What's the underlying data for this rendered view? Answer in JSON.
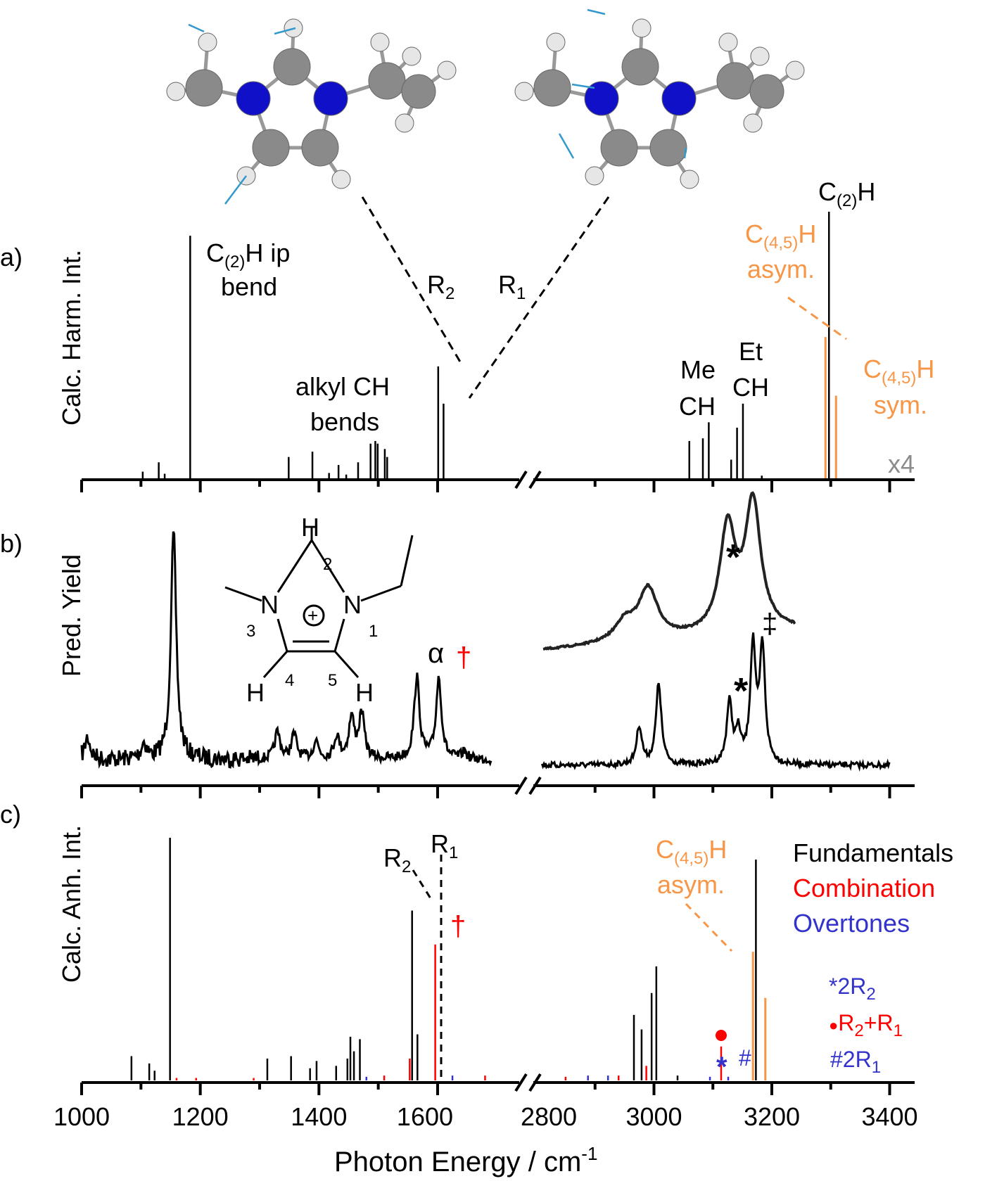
{
  "colors": {
    "fundamental": "#000000",
    "combination": "#ff0000",
    "overtone": "#3333cc",
    "c45h": "#f79646",
    "scale_note": "#8c8c8c",
    "nitrogen": "#1010c8",
    "carbon": "#8a8a8a",
    "hydrogen": "#e6e6e6",
    "displacement": "#3399cc"
  },
  "chart_data": {
    "type": "bar",
    "xlabel": "Photon Energy / cm",
    "xlabel_sup": "-1",
    "x_segments": [
      [
        1000,
        1600
      ],
      [
        2800,
        3400
      ]
    ],
    "x_ticks": [
      "1000",
      "1200",
      "1400",
      "1600",
      "2800",
      "3000",
      "3200",
      "3400"
    ],
    "axis_break": true,
    "panels": [
      {
        "id": "a",
        "panel_label": "a)",
        "ylabel": "Calc. Harm. Int.",
        "scale_note": "x4",
        "sticks": [
          {
            "x": 1103,
            "y": 2.5,
            "kind": "fundamental"
          },
          {
            "x": 1130,
            "y": 6,
            "kind": "fundamental"
          },
          {
            "x": 1140,
            "y": 1.7,
            "kind": "fundamental"
          },
          {
            "x": 1183,
            "y": 91,
            "kind": "fundamental"
          },
          {
            "x": 1349,
            "y": 8,
            "kind": "fundamental"
          },
          {
            "x": 1389,
            "y": 10,
            "kind": "fundamental"
          },
          {
            "x": 1417,
            "y": 2,
            "kind": "fundamental"
          },
          {
            "x": 1433,
            "y": 5,
            "kind": "fundamental"
          },
          {
            "x": 1446,
            "y": 1.4,
            "kind": "fundamental"
          },
          {
            "x": 1466,
            "y": 6,
            "kind": "fundamental"
          },
          {
            "x": 1487,
            "y": 13,
            "kind": "fundamental"
          },
          {
            "x": 1495,
            "y": 14,
            "kind": "fundamental"
          },
          {
            "x": 1499,
            "y": 13,
            "kind": "fundamental"
          },
          {
            "x": 1511,
            "y": 11,
            "kind": "fundamental"
          },
          {
            "x": 1515,
            "y": 8,
            "kind": "fundamental"
          },
          {
            "x": 1601,
            "y": 42,
            "kind": "fundamental"
          },
          {
            "x": 1610,
            "y": 28,
            "kind": "fundamental"
          },
          {
            "x": 3060,
            "y": 14,
            "kind": "fundamental"
          },
          {
            "x": 3083,
            "y": 15,
            "kind": "fundamental"
          },
          {
            "x": 3093,
            "y": 21,
            "kind": "fundamental"
          },
          {
            "x": 3131,
            "y": 7,
            "kind": "fundamental"
          },
          {
            "x": 3141,
            "y": 19,
            "kind": "fundamental"
          },
          {
            "x": 3151,
            "y": 28,
            "kind": "fundamental"
          },
          {
            "x": 3183,
            "y": 1,
            "kind": "fundamental"
          },
          {
            "x": 3291,
            "y": 53,
            "kind": "c45h"
          },
          {
            "x": 3297,
            "y": 100,
            "kind": "fundamental"
          },
          {
            "x": 3309,
            "y": 31,
            "kind": "c45h"
          }
        ]
      },
      {
        "id": "b",
        "panel_label": "b)",
        "ylabel": "Pred. Yield",
        "type": "line",
        "peaks": [
          {
            "x": 1010,
            "y": 10
          },
          {
            "x": 1105,
            "y": 7
          },
          {
            "x": 1155,
            "y": 100
          },
          {
            "x": 1330,
            "y": 12
          },
          {
            "x": 1358,
            "y": 11
          },
          {
            "x": 1395,
            "y": 8
          },
          {
            "x": 1430,
            "y": 10
          },
          {
            "x": 1455,
            "y": 18
          },
          {
            "x": 1472,
            "y": 20
          },
          {
            "x": 1565,
            "y": 36
          },
          {
            "x": 1602,
            "y": 36
          },
          {
            "x": 1645,
            "y": 3
          },
          {
            "x": 2975,
            "y": 17
          },
          {
            "x": 3008,
            "y": 36
          },
          {
            "x": 3128,
            "y": 27
          },
          {
            "x": 3143,
            "y": 13
          },
          {
            "x": 3168,
            "y": 52
          },
          {
            "x": 3184,
            "y": 51
          }
        ],
        "inset_peaks": [
          {
            "x": 2950,
            "y": 8
          },
          {
            "x": 2990,
            "y": 22
          },
          {
            "x": 3125,
            "y": 45
          },
          {
            "x": 3168,
            "y": 55
          }
        ]
      },
      {
        "id": "c",
        "panel_label": "c)",
        "ylabel": "Calc. Anh. Int.",
        "legend": [
          "Fundamentals",
          "Combination",
          "Overtones"
        ],
        "legend_position": "top-right",
        "sticks": [
          {
            "x": 1084,
            "y": 10,
            "kind": "fundamental"
          },
          {
            "x": 1114,
            "y": 7,
            "kind": "fundamental"
          },
          {
            "x": 1123,
            "y": 4,
            "kind": "fundamental"
          },
          {
            "x": 1149,
            "y": 100,
            "kind": "fundamental"
          },
          {
            "x": 1313,
            "y": 9,
            "kind": "fundamental"
          },
          {
            "x": 1353,
            "y": 10,
            "kind": "fundamental"
          },
          {
            "x": 1385,
            "y": 5,
            "kind": "fundamental"
          },
          {
            "x": 1396,
            "y": 8,
            "kind": "fundamental"
          },
          {
            "x": 1429,
            "y": 6,
            "kind": "fundamental"
          },
          {
            "x": 1448,
            "y": 9,
            "kind": "fundamental"
          },
          {
            "x": 1453,
            "y": 18,
            "kind": "fundamental"
          },
          {
            "x": 1459,
            "y": 12,
            "kind": "fundamental"
          },
          {
            "x": 1469,
            "y": 17,
            "kind": "fundamental"
          },
          {
            "x": 1557,
            "y": 70,
            "kind": "fundamental"
          },
          {
            "x": 1566,
            "y": 19,
            "kind": "fundamental"
          },
          {
            "x": 1553,
            "y": 9,
            "kind": "combination"
          },
          {
            "x": 1596,
            "y": 56,
            "kind": "combination"
          },
          {
            "x": 1160,
            "y": 1,
            "kind": "combination"
          },
          {
            "x": 1193,
            "y": 1,
            "kind": "combination"
          },
          {
            "x": 1290,
            "y": 1,
            "kind": "combination"
          },
          {
            "x": 1480,
            "y": 1.5,
            "kind": "overtone"
          },
          {
            "x": 1510,
            "y": 2,
            "kind": "combination"
          },
          {
            "x": 1625,
            "y": 2,
            "kind": "overtone"
          },
          {
            "x": 1680,
            "y": 2,
            "kind": "combination"
          },
          {
            "x": 2888,
            "y": 2,
            "kind": "overtone"
          },
          {
            "x": 2922,
            "y": 2,
            "kind": "overtone"
          },
          {
            "x": 2850,
            "y": 1.5,
            "kind": "combination"
          },
          {
            "x": 2940,
            "y": 2,
            "kind": "combination"
          },
          {
            "x": 2966,
            "y": 27,
            "kind": "fundamental"
          },
          {
            "x": 2979,
            "y": 21,
            "kind": "fundamental"
          },
          {
            "x": 2987,
            "y": 6,
            "kind": "combination"
          },
          {
            "x": 2996,
            "y": 36,
            "kind": "fundamental"
          },
          {
            "x": 3004,
            "y": 47,
            "kind": "fundamental"
          },
          {
            "x": 3040,
            "y": 2,
            "kind": "fundamental"
          },
          {
            "x": 3095,
            "y": 1.5,
            "kind": "overtone"
          },
          {
            "x": 3114,
            "y": 14,
            "kind": "combination"
          },
          {
            "x": 3126,
            "y": 1.5,
            "kind": "overtone"
          },
          {
            "x": 3168,
            "y": 53,
            "kind": "c45h"
          },
          {
            "x": 3173,
            "y": 91,
            "kind": "fundamental"
          },
          {
            "x": 3189,
            "y": 34,
            "kind": "c45h"
          }
        ]
      }
    ]
  },
  "annotations": {
    "a": {
      "c2h_ip_1": "C",
      "c2h_ip_sub": "(2)",
      "c2h_ip_2": "H ip",
      "c2h_ip_3": "bend",
      "alkyl_1": "alkyl CH",
      "alkyl_2": "bends",
      "r2": "R",
      "r2_sub": "2",
      "r1": "R",
      "r1_sub": "1",
      "me_1": "Me",
      "me_2": "CH",
      "et_1": "Et",
      "et_2": "CH",
      "c2h_1": "C",
      "c2h_sub": "(2)",
      "c2h_2": "H",
      "asym_1": "C",
      "asym_sub": "(4,5)",
      "asym_2": "H",
      "asym_3": "asym.",
      "sym_1": "C",
      "sym_sub": "(4,5)",
      "sym_2": "H",
      "sym_3": "sym."
    },
    "b": {
      "alpha": "α",
      "dagger": "†",
      "star_inset": "*",
      "star": "*",
      "ddagger": "‡",
      "struct_h2": "H",
      "struct_2": "2",
      "struct_n3": "N",
      "struct_n1": "N",
      "struct_3": "3",
      "struct_1": "1",
      "struct_plus": "+",
      "struct_h4": "H",
      "struct_4": "4",
      "struct_5": "5",
      "struct_h5": "H"
    },
    "c": {
      "r2": "R",
      "r2_sub": "2",
      "r1": "R",
      "r1_sub": "1",
      "dagger": "†",
      "asym_1": "C",
      "asym_sub": "(4,5)",
      "asym_2": "H",
      "asym_3": "asym.",
      "dot": "●",
      "star": "*",
      "hash": "#",
      "key_star": "*2R",
      "key_star_sub": "2",
      "key_dot": "●",
      "key_dot_1": "R",
      "key_dot_sub1": "2",
      "key_dot_2": "+R",
      "key_dot_sub2": "1",
      "key_hash": "#2R",
      "key_hash_sub": "1"
    }
  }
}
